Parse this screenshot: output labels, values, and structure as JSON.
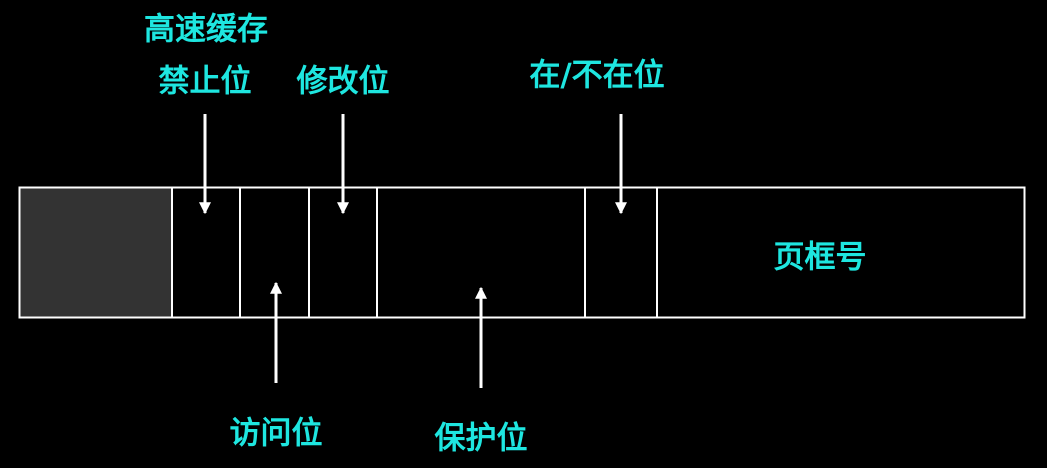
{
  "colors": {
    "accent": "#1ee6e0",
    "line": "#ffffff",
    "reserved_fill": "#333333",
    "background": "#000000"
  },
  "labels": {
    "cache_disable": "高速缓存",
    "cache_disable_2": "禁止位",
    "modified": "修改位",
    "present_absent": "在/不在位",
    "page_frame_number": "页框号",
    "referenced": "访问位",
    "protection": "保护位"
  }
}
